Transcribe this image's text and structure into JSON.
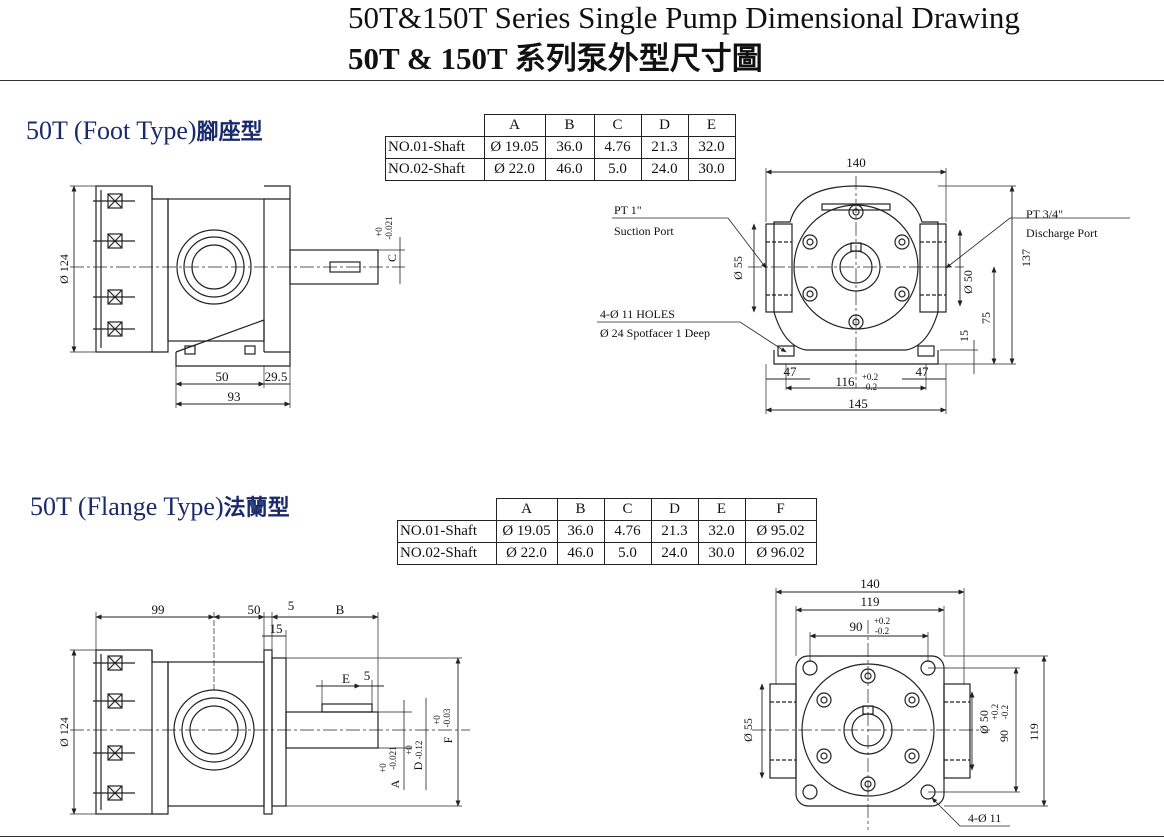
{
  "header": {
    "title_en": "50T&150T Series Single  Pump Dimensional Drawing",
    "title_zh": "50T & 150T 系列泵外型尺寸圖"
  },
  "colors": {
    "heading": "#1a2a6c",
    "line": "#222222"
  },
  "foot": {
    "heading_en": "50T  (Foot Type)",
    "heading_zh": "腳座型",
    "table": {
      "columns": [
        "A",
        "B",
        "C",
        "D",
        "E"
      ],
      "rows": [
        {
          "label": "NO.01-Shaft",
          "values": [
            "Ø 19.05",
            "36.0",
            "4.76",
            "21.3",
            "32.0"
          ]
        },
        {
          "label": "NO.02-Shaft",
          "values": [
            "Ø 22.0",
            "46.0",
            "5.0",
            "24.0",
            "30.0"
          ]
        }
      ]
    },
    "side": {
      "dia124": "Ø 124",
      "c_label": "C",
      "tol_up": "+0",
      "tol_dn": "-0.021",
      "d50": "50",
      "d29_5": "29.5",
      "d93": "93"
    },
    "front": {
      "d140": "140",
      "pt1": "PT  1\"",
      "suction": "Suction Port",
      "pt34": "PT 3/4\"",
      "discharge": "Discharge Port",
      "dia55": "Ø 55",
      "dia50": "Ø 50",
      "d137": "137",
      "d75": "75",
      "d15": "15",
      "holes": "4-Ø 11 HOLES",
      "spotface": "Ø 24 Spotfacer 1 Deep",
      "d47l": "47",
      "d116": "116",
      "tol116_up": "+0.2",
      "tol116_dn": "-0.2",
      "d47r": "47",
      "d145": "145"
    }
  },
  "flange": {
    "heading_en": "50T  (Flange Type)",
    "heading_zh": "法蘭型",
    "table": {
      "columns": [
        "A",
        "B",
        "C",
        "D",
        "E",
        "F"
      ],
      "rows": [
        {
          "label": "NO.01-Shaft",
          "values": [
            "Ø 19.05",
            "36.0",
            "4.76",
            "21.3",
            "32.0",
            "Ø 95.02"
          ]
        },
        {
          "label": "NO.02-Shaft",
          "values": [
            "Ø 22.0",
            "46.0",
            "5.0",
            "24.0",
            "30.0",
            "Ø 96.02"
          ]
        }
      ]
    },
    "side": {
      "d99": "99",
      "d50": "50",
      "d5a": "5",
      "d15": "15",
      "dB": "B",
      "dE": "E",
      "d5b": "5",
      "dia124": "Ø 124",
      "a_label": "A",
      "a_up": "+0",
      "a_dn": "-0.021",
      "d_label": "D",
      "d_up": "+0",
      "d_dn": "-0.12",
      "f_label": "F",
      "f_up": "+0",
      "f_dn": "-0.03"
    },
    "front": {
      "d140": "140",
      "d119": "119",
      "d90": "90",
      "tol90_up": "+0.2",
      "tol90_dn": "-0.2",
      "dia55": "Ø 55",
      "dia50": "Ø 50",
      "d90v": "90",
      "tol90v_up": "+0.2",
      "tol90v_dn": "-0.2",
      "d119v": "119",
      "holes": "4-Ø 11"
    }
  }
}
